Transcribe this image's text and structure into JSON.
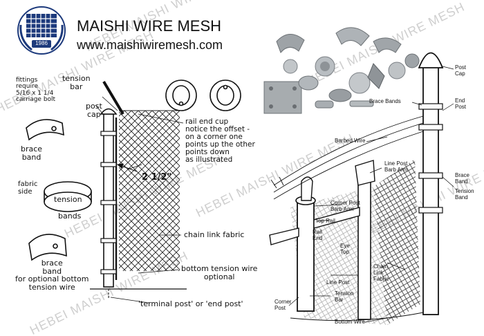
{
  "header": {
    "company": "MAISHI WIRE MESH",
    "website": "www.maishiwiremesh.com",
    "logo_year": "1986"
  },
  "watermark": "HEBEI MAISHI WIRE MESH",
  "left_labels": {
    "fittings": [
      "fittings",
      "require",
      "5/16 x 1 1/4",
      "carriage bolt"
    ],
    "tension_bar": [
      "tension",
      "bar"
    ],
    "post_cap": [
      "post",
      "cap"
    ],
    "brace_band": [
      "brace",
      "band"
    ],
    "fabric_side": [
      "fabric",
      "side"
    ],
    "tension": "tension",
    "bands": "bands",
    "brace_band_bottom": [
      "brace",
      "band",
      "for optional bottom",
      "tension wire"
    ],
    "dimension": "2 1/2\"",
    "rail_end_cup": [
      "rail end cup",
      "notice the offset -",
      "on a corner one",
      "points up the other",
      "points down",
      "as illustrated"
    ],
    "chain_link_fabric": "chain link fabric",
    "bottom_tension_wire": [
      "bottom tension wire",
      "optional"
    ],
    "terminal_post": "'terminal post' or 'end post'"
  },
  "right_labels": {
    "post_cap": [
      "Post",
      "Cap"
    ],
    "brace_bands": "Brace Bands",
    "end_post": [
      "End",
      "Post"
    ],
    "barbed_wire": "Barbed Wire",
    "line_post_barb_arm": [
      "Line Post",
      "Barb Arm"
    ],
    "brace_band": [
      "Brace",
      "Band"
    ],
    "tension_band": [
      "Tension",
      "Band"
    ],
    "corner_post_barb_arm": [
      "Corner Post",
      "Barb Arm"
    ],
    "top_rail": "Top Rail",
    "rail_end": [
      "Rail",
      "End"
    ],
    "eye_top": [
      "Eye",
      "Top"
    ],
    "chain_link_fabric": [
      "Chain",
      "Link",
      "Fabric"
    ],
    "line_post": "Line Post",
    "tension_bar": [
      "Tension",
      "Bar"
    ],
    "corner_post": [
      "Corner",
      "Post"
    ],
    "bottom_wire": "Bottom Wire"
  }
}
